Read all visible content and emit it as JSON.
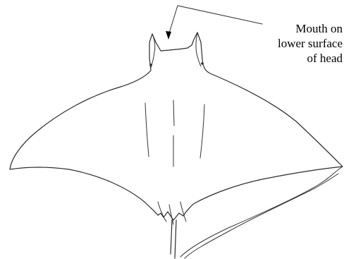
{
  "annotation": {
    "lines": [
      "Mouth on",
      "lower surface",
      "of head"
    ]
  },
  "colors": {
    "line": "#2a2a2a",
    "background": "#ffffff",
    "text": "#000000"
  }
}
